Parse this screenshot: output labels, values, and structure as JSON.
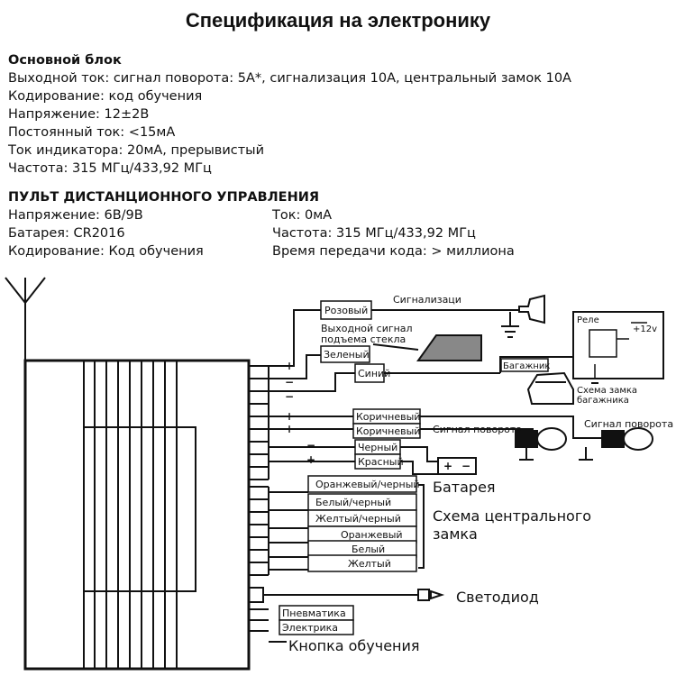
{
  "title": "Спецификация на электронику",
  "main_unit": {
    "heading": "Основной блок",
    "lines": [
      "Выходной ток: сигнал поворота: 5A*, сигнализация 10A, центральный замок 10A",
      "Кодирование: код обучения",
      "Напряжение: 12±2В",
      "Постоянный ток: <15мА",
      "Ток индикатора: 20мА, прерывистый",
      "Частота: 315 МГц/433,92 МГц"
    ]
  },
  "remote": {
    "heading": "ПУЛЬТ ДИСТАНЦИОННОГО УПРАВЛЕНИЯ",
    "left": [
      "Напряжение: 6В/9В",
      "Батарея: CR2016",
      "Кодирование: Код обучения"
    ],
    "right": [
      "Ток: 0мА",
      "Частота: 315 МГц/433,92 МГц",
      "Время передачи кода: > миллиона"
    ]
  },
  "diagram": {
    "wires": {
      "pink": "Розовый",
      "green": "Зеленый",
      "blue": "Синий",
      "brown1": "Коричневый",
      "brown2": "Коричневый",
      "black": "Черный",
      "red": "Красный"
    },
    "labels": {
      "siren": "Сигнализаци",
      "window": "Выходной сигнал подъема стекла",
      "trunk": "Багажник",
      "relay": "Реле",
      "plus12": "+12v",
      "trunk_scheme": "Схема замка багажника",
      "turn1": "Сигнал поворота",
      "turn2": "Сигнал поворота",
      "battery": "Батарея",
      "lock_scheme": "Схема центрального замка",
      "led": "Светодиод",
      "learn": "Кнопка обучения"
    },
    "signs": {
      "plus": "+",
      "minus": "−"
    },
    "lock_wires": [
      "Оранжевый/черный",
      "Белый/черный",
      "Желтый/черный",
      "Оранжевый",
      "Белый",
      "Желтый"
    ],
    "connector": [
      "Пневматика",
      "Электрика"
    ]
  }
}
